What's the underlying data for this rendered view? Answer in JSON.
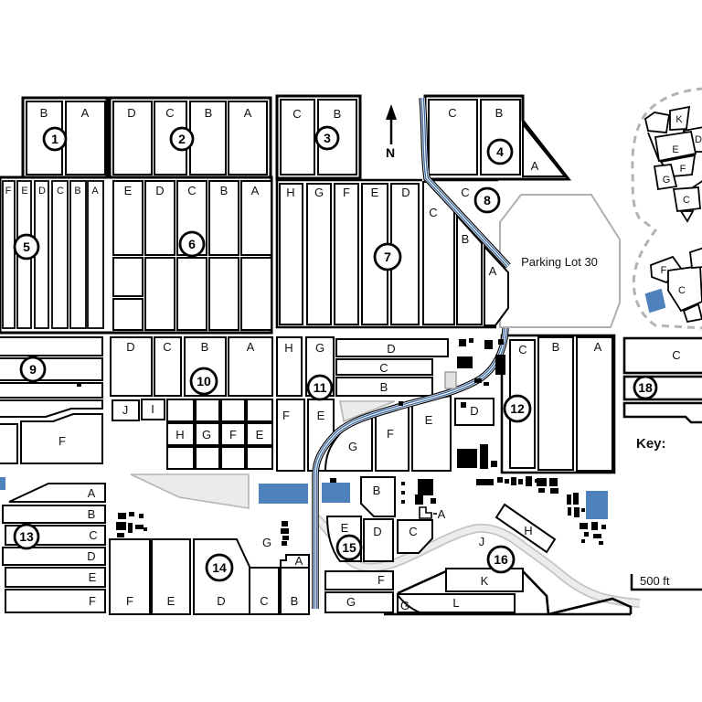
{
  "map": {
    "north_label": "N",
    "parking_lot_label": "Parking Lot 30",
    "key_label": "Key:",
    "scale_label": "500 ft",
    "zones": {
      "z1": {
        "n": "1",
        "cells": [
          "B",
          "A"
        ]
      },
      "z2": {
        "n": "2",
        "cells": [
          "D",
          "C",
          "B",
          "A"
        ]
      },
      "z3": {
        "n": "3",
        "cells": [
          "C",
          "B"
        ]
      },
      "z4": {
        "n": "4",
        "cells": [
          "C",
          "B",
          "A"
        ]
      },
      "z5": {
        "n": "5",
        "cells": [
          "F",
          "E",
          "D",
          "C",
          "B",
          "A"
        ]
      },
      "z6": {
        "n": "6",
        "cells": [
          "E",
          "D",
          "C",
          "B",
          "A"
        ]
      },
      "z7": {
        "n": "7",
        "cells": [
          "H",
          "G",
          "F",
          "E",
          "D",
          "C",
          "B",
          "A"
        ]
      },
      "z8": {
        "n": "8",
        "cells": [
          "C"
        ]
      },
      "z9": {
        "n": "9",
        "cells": [
          "F"
        ]
      },
      "z10": {
        "n": "10",
        "cells": [
          "D",
          "C",
          "B",
          "A",
          "J",
          "I",
          "H",
          "G",
          "F",
          "E"
        ]
      },
      "z11": {
        "n": "11",
        "cells": [
          "H",
          "G",
          "D",
          "C",
          "B",
          "F",
          "E",
          "G",
          "F",
          "E"
        ]
      },
      "z12": {
        "n": "12",
        "cells": [
          "C",
          "B",
          "A",
          "D"
        ]
      },
      "z13": {
        "n": "13",
        "cells": [
          "A",
          "B",
          "C",
          "D",
          "E",
          "F"
        ]
      },
      "z14": {
        "n": "14",
        "cells": [
          "F",
          "E",
          "D",
          "C",
          "B",
          "A",
          "G"
        ]
      },
      "z15": {
        "n": "15",
        "cells": [
          "B",
          "E",
          "D",
          "C",
          "A",
          "F",
          "G"
        ]
      },
      "z16": {
        "n": "16",
        "cells": [
          "H",
          "J",
          "K",
          "L",
          "G"
        ]
      },
      "z18": {
        "n": "18",
        "cells": [
          "C"
        ]
      }
    },
    "inset": {
      "upper_cells": [
        "K",
        "D",
        "E",
        "F",
        "G",
        "C"
      ],
      "lower_cells": [
        "F",
        "C"
      ]
    },
    "colors": {
      "stream_blue": "#3f6ca6",
      "building_blue": "#4f81bd",
      "building_black": "#000000",
      "road_gray": "#d9d9d9",
      "boundary_gray": "#b3b3b3"
    }
  }
}
